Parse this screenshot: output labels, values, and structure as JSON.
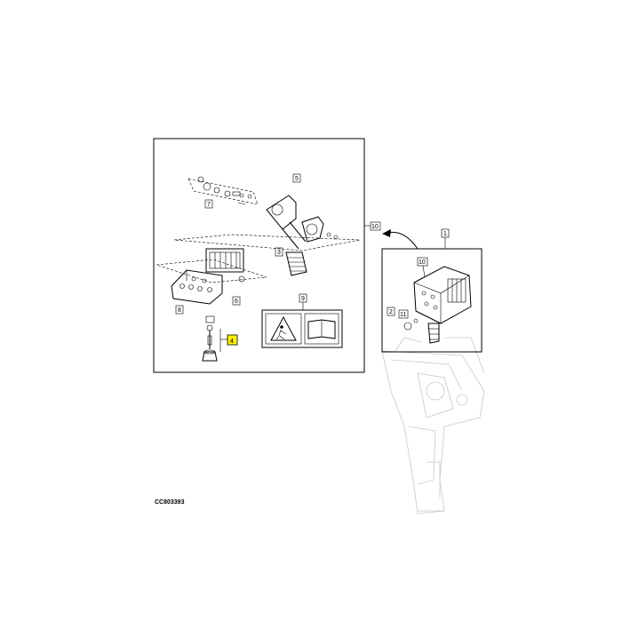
{
  "callouts": {
    "c5": "5",
    "c7": "7",
    "c3": "3",
    "c6": "6",
    "c8": "8",
    "c9": "9",
    "c4": "4",
    "c10_main": "10",
    "c1": "1",
    "c10_detail": "10",
    "c2": "2",
    "c11": "11"
  },
  "reference_code": "CC803393",
  "colors": {
    "highlight": "#fff200",
    "line": "#000000",
    "ghost": "#c8c8c8"
  }
}
